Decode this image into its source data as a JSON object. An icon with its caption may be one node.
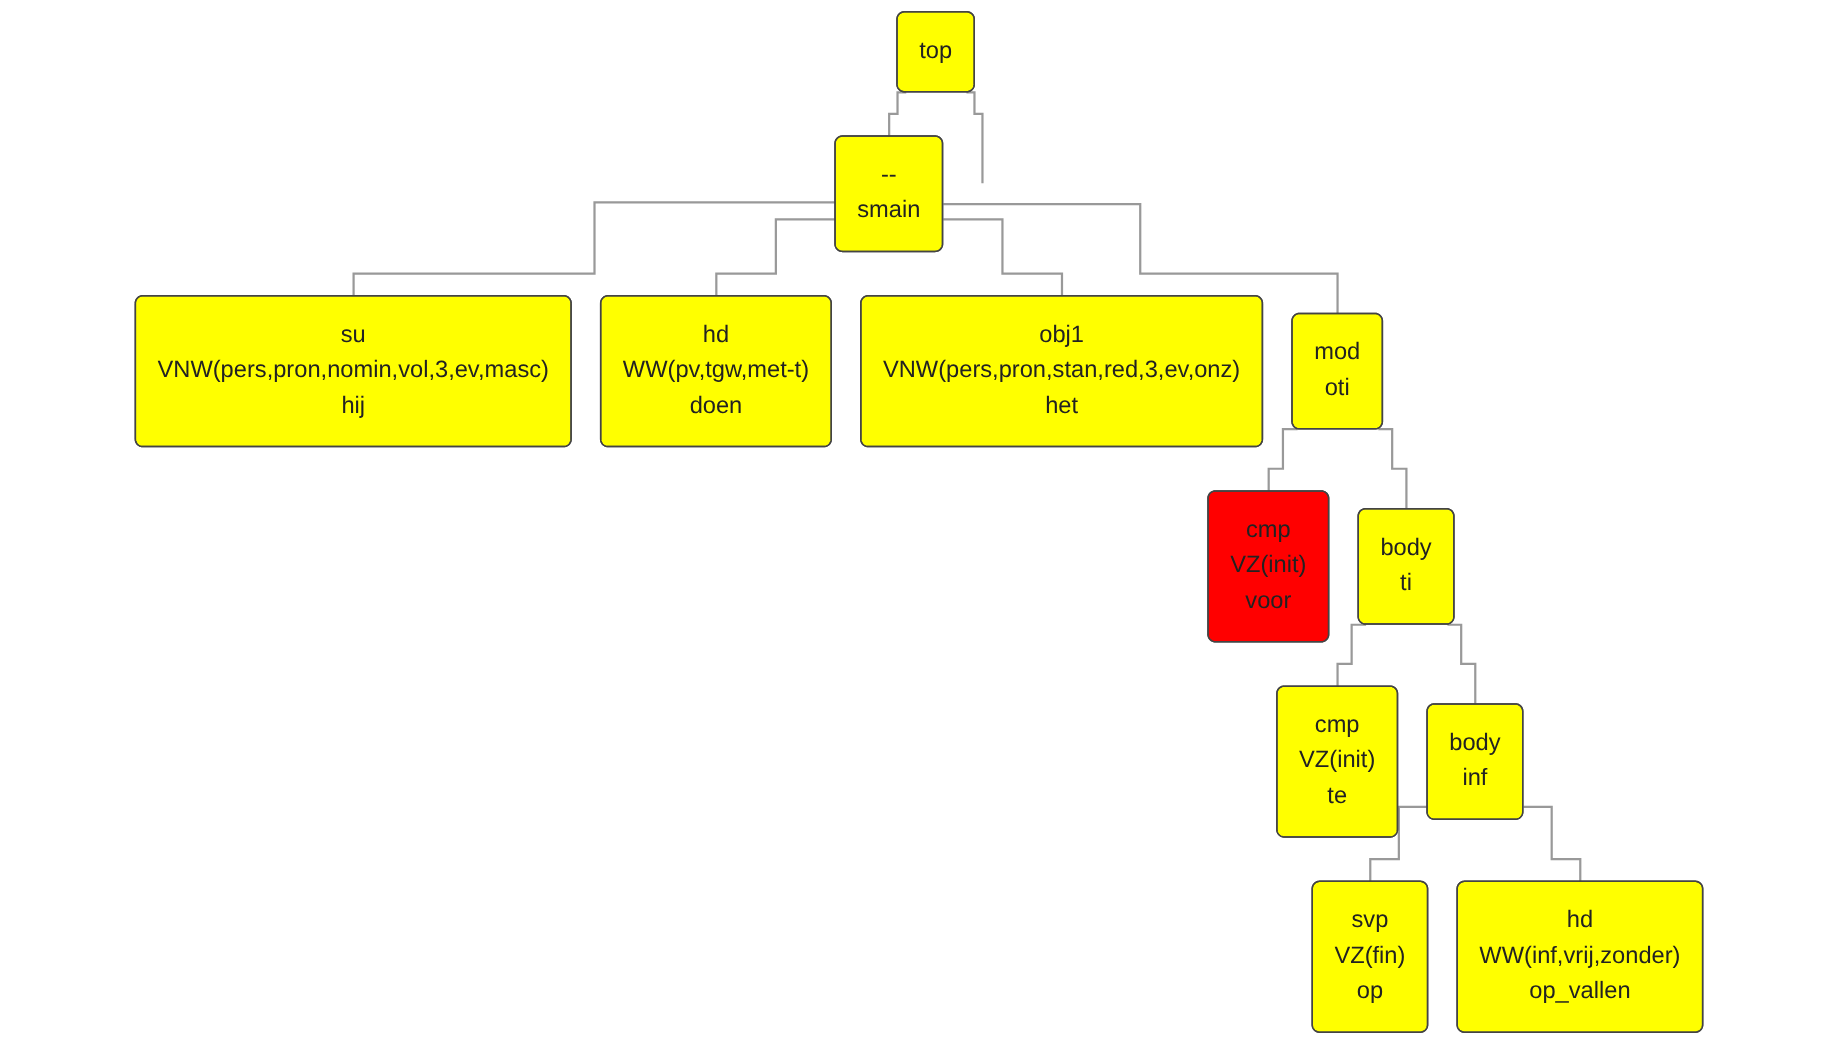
{
  "diagram": {
    "nodes": [
      {
        "text": [
          "top"
        ]
      },
      {
        "text": [
          "--",
          "smain"
        ]
      },
      {
        "text": [
          "su",
          "VNW(pers,pron,nomin,vol,3,ev,masc)",
          "hij"
        ]
      },
      {
        "text": [
          "hd",
          "WW(pv,tgw,met-t)",
          "doen"
        ]
      },
      {
        "text": [
          "obj1",
          "VNW(pers,pron,stan,red,3,ev,onz)",
          "het"
        ]
      },
      {
        "text": [
          "mod",
          "oti"
        ]
      },
      {
        "text": [
          "cmp",
          "VZ(init)",
          "voor"
        ]
      },
      {
        "text": [
          "body",
          "ti"
        ]
      },
      {
        "text": [
          "cmp",
          "VZ(init)",
          "te"
        ]
      },
      {
        "text": [
          "body",
          "inf"
        ]
      },
      {
        "text": [
          "svp",
          "VZ(fin)",
          "op"
        ]
      },
      {
        "text": [
          "hd",
          "WW(inf,vrij,zonder)",
          "op_vallen"
        ]
      }
    ],
    "edges": [
      {
        "from": 0,
        "to": 1,
        "arrow": "none"
      },
      {
        "from": 0,
        "to": null,
        "arrow": "none"
      },
      {
        "from": 1,
        "to": 2,
        "arrow": "none"
      },
      {
        "from": 1,
        "to": 3,
        "arrow": "none"
      },
      {
        "from": 1,
        "to": 4,
        "arrow": "none"
      },
      {
        "from": 1,
        "to": 5,
        "arrow": "none"
      },
      {
        "from": 5,
        "to": 6,
        "arrow": "none"
      },
      {
        "from": 5,
        "to": 7,
        "arrow": "none"
      },
      {
        "from": 7,
        "to": 8,
        "arrow": "none"
      },
      {
        "from": 7,
        "to": 9,
        "arrow": "none"
      },
      {
        "from": 9,
        "to": 10,
        "arrow": "none"
      },
      {
        "from": 9,
        "to": 11,
        "arrow": "none"
      }
    ]
  }
}
